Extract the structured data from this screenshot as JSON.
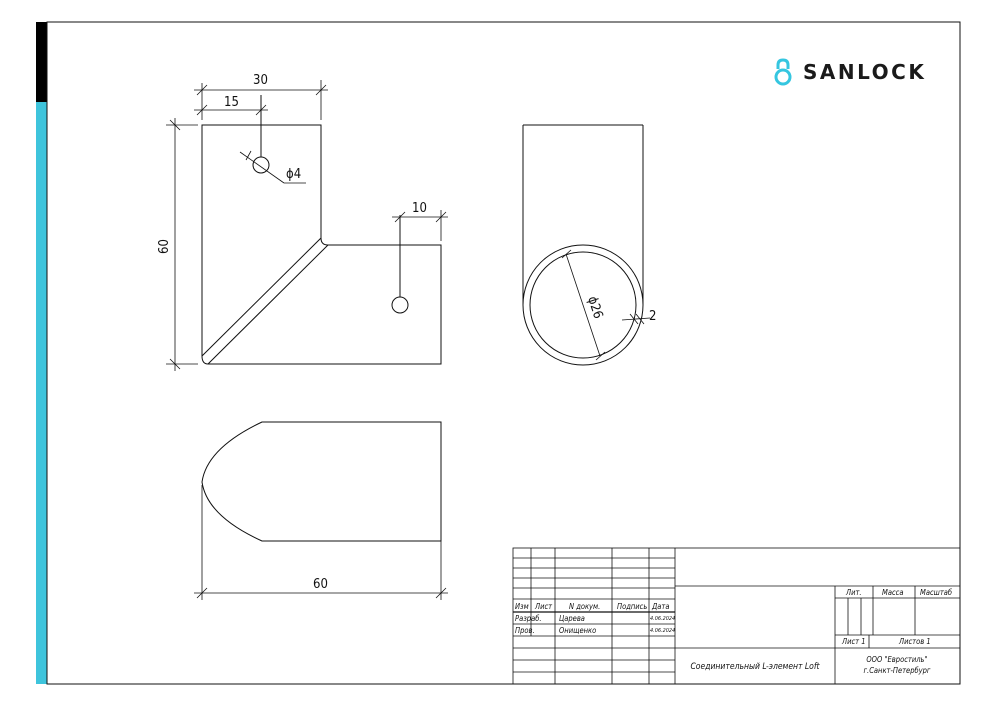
{
  "brand": {
    "name": "SANLOCK",
    "icon": "padlock-icon",
    "accent": "#35c6e0"
  },
  "colors": {
    "accent_bar": "#3ec4dc",
    "corner_block": "#000000",
    "line": "#111111"
  },
  "dimensions": {
    "top_width": "30",
    "hole_offset": "15",
    "hole_diameter": "ϕ4",
    "height": "60",
    "right_hole_offset": "10",
    "bottom_width": "60",
    "tube_diameter": "ϕ26",
    "wall_thickness": "2"
  },
  "title_block": {
    "headers": {
      "izm": "Изм",
      "list": "Лист",
      "ndoc": "N докум.",
      "sign": "Подпись",
      "date": "Дата"
    },
    "razrab_label": "Разраб.",
    "razrab_name": "Царева",
    "razrab_date": "4.06.2024",
    "prov_label": "Пров.",
    "prov_name": "Онищенко",
    "prov_date": "4.06.2024",
    "lit": "Лит.",
    "massa": "Масса",
    "masshtab": "Масштаб",
    "sheet": "Лист 1",
    "sheets": "Листов 1",
    "part_name": "Соединительный L-элемент Loft",
    "company": "ООО \"Евростиль\"",
    "city": "г.Санкт-Петербург"
  }
}
